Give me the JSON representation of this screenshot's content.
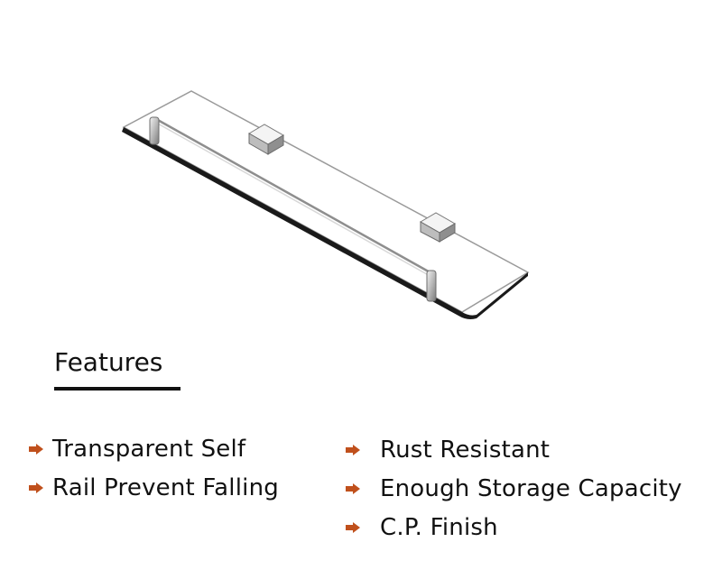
{
  "features": {
    "title": "Features",
    "left_items": [
      {
        "label": "Transparent Self"
      },
      {
        "label": "Rail Prevent Falling"
      }
    ],
    "right_items": [
      {
        "label": "Rust Resistant"
      },
      {
        "label": "Enough Storage Capacity"
      },
      {
        "label": "C.P. Finish"
      }
    ],
    "bullet_icon": "arrow-right-icon"
  },
  "colors": {
    "bullet": "#c0501c",
    "text": "#111111",
    "background": "#ffffff"
  }
}
